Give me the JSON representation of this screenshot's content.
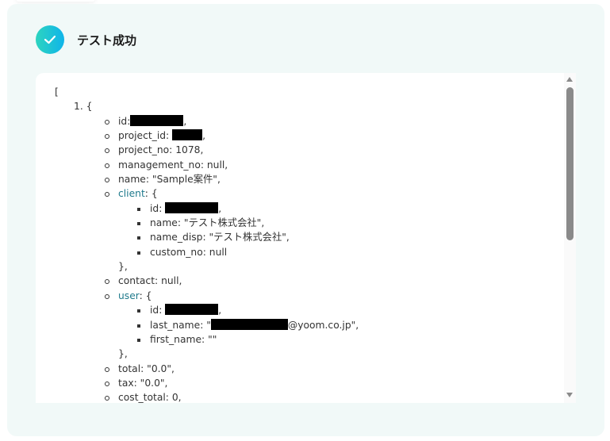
{
  "header": {
    "title": "テスト成功",
    "status_icon": "check-circle-icon",
    "accent": "#1fc3d6"
  },
  "json_output": {
    "open_bracket": "[",
    "item_index": "1. {",
    "id_key": "id:",
    "comma": ",",
    "project_id_key": "project_id:",
    "project_no": "project_no: 1078,",
    "management_no": "management_no: null,",
    "name": "name: \"Sample案件\",",
    "client_key": "client",
    "obj_open": ": {",
    "client_name": "name: \"テスト株式会社\",",
    "client_name_disp": "name_disp: \"テスト株式会社\",",
    "client_custom_no": "custom_no: null",
    "obj_close": "},",
    "contact": "contact: null,",
    "user_key": "user",
    "last_name_key": "last_name: \"",
    "last_name_suffix": "@yoom.co.jp\",",
    "first_name": "first_name: \"\"",
    "total": "total: \"0.0\",",
    "tax": "tax: \"0.0\",",
    "cost_total": "cost_total: 0,"
  }
}
